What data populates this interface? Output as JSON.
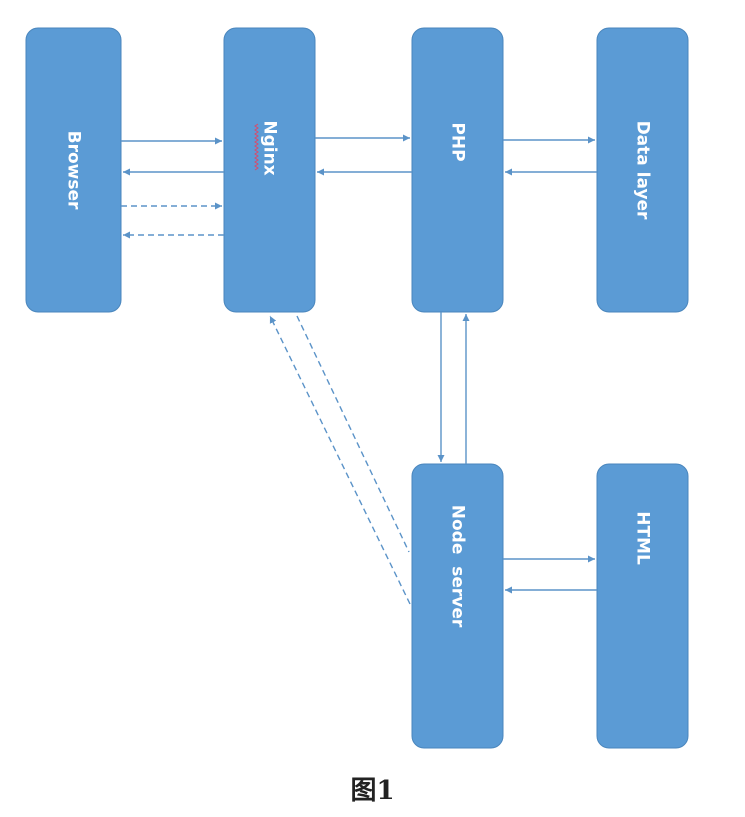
{
  "nodes": {
    "browser": "Browser",
    "nginx": "Nginx",
    "php": "PHP",
    "data_layer": "Data layer",
    "node_server": "Node  server",
    "html": "HTML"
  },
  "caption": "图1",
  "colors": {
    "box_fill": "#5b9bd5",
    "arrow": "#5b93c8",
    "label": "#ffffff"
  }
}
